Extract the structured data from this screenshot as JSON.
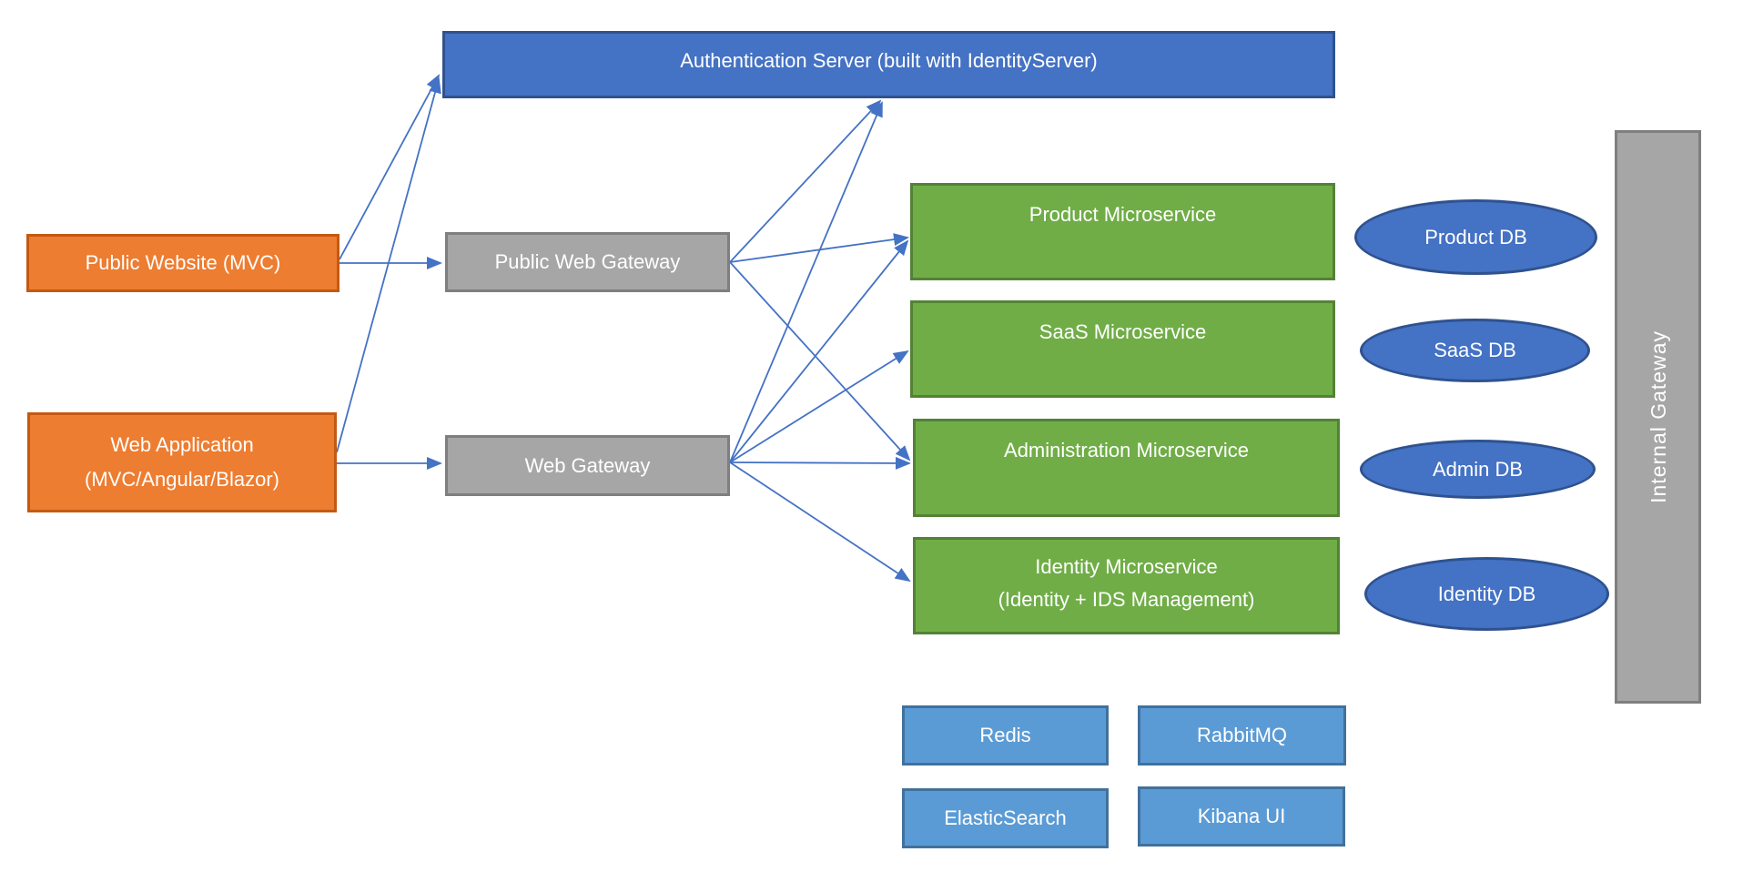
{
  "nodes": {
    "auth_server": {
      "label": "Authentication Server (built with IdentityServer)"
    },
    "public_website": {
      "label": "Public Website (MVC)"
    },
    "web_application": {
      "label": "Web Application",
      "sublabel": "(MVC/Angular/Blazor)"
    },
    "public_web_gateway": {
      "label": "Public Web Gateway"
    },
    "web_gateway": {
      "label": "Web Gateway"
    },
    "product_ms": {
      "label": "Product Microservice"
    },
    "saas_ms": {
      "label": "SaaS Microservice"
    },
    "admin_ms": {
      "label": "Administration Microservice"
    },
    "identity_ms": {
      "label": "Identity Microservice",
      "sublabel": "(Identity + IDS Management)"
    },
    "product_db": {
      "label": "Product DB"
    },
    "saas_db": {
      "label": "SaaS DB"
    },
    "admin_db": {
      "label": "Admin DB"
    },
    "identity_db": {
      "label": "Identity DB"
    },
    "internal_gateway": {
      "label": "Internal Gateway"
    },
    "redis": {
      "label": "Redis"
    },
    "rabbitmq": {
      "label": "RabbitMQ"
    },
    "elasticsearch": {
      "label": "ElasticSearch"
    },
    "kibana": {
      "label": "Kibana UI"
    }
  },
  "colors": {
    "arrow": "#4472C4",
    "blue_fill": "#4472C4",
    "blue_border": "#2F528F",
    "orange_fill": "#ED7D31",
    "orange_border": "#C45911",
    "gray_fill": "#A6A6A6",
    "gray_border": "#7F7F7F",
    "green_fill": "#70AD47",
    "green_border": "#548235",
    "lightblue_fill": "#5B9BD5",
    "lightblue_border": "#41719C",
    "text": "#FFFFFF"
  },
  "edges": [
    {
      "from": "public_website",
      "to": "public_web_gateway",
      "points": [
        373,
        289,
        484,
        289
      ]
    },
    {
      "from": "public_website",
      "to": "auth_server",
      "points": [
        373,
        285,
        482,
        83
      ]
    },
    {
      "from": "web_application",
      "to": "web_gateway",
      "points": [
        370,
        509,
        484,
        509
      ]
    },
    {
      "from": "web_application",
      "to": "auth_server",
      "points": [
        370,
        497,
        482,
        87
      ]
    },
    {
      "from": "public_web_gateway",
      "to": "auth_server",
      "points": [
        802,
        288,
        967,
        111
      ]
    },
    {
      "from": "web_gateway",
      "to": "auth_server",
      "points": [
        802,
        508,
        969,
        113
      ]
    },
    {
      "from": "public_web_gateway",
      "to": "product_ms",
      "points": [
        802,
        288,
        997,
        261
      ]
    },
    {
      "from": "web_gateway",
      "to": "product_ms",
      "points": [
        802,
        508,
        997,
        265
      ]
    },
    {
      "from": "web_gateway",
      "to": "saas_ms",
      "points": [
        802,
        508,
        997,
        386
      ]
    },
    {
      "from": "public_web_gateway",
      "to": "admin_ms",
      "points": [
        802,
        288,
        999,
        505
      ]
    },
    {
      "from": "web_gateway",
      "to": "admin_ms",
      "points": [
        802,
        508,
        999,
        509
      ]
    },
    {
      "from": "web_gateway",
      "to": "identity_ms",
      "points": [
        802,
        508,
        999,
        638
      ]
    }
  ]
}
